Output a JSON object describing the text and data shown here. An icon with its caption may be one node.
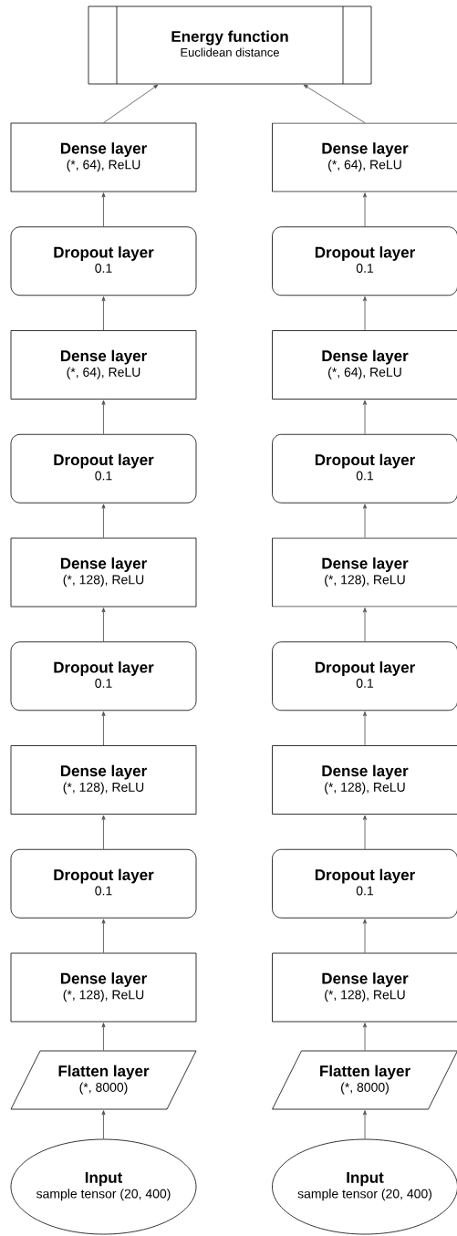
{
  "diagram": {
    "nodes": [
      {
        "text": [
          "Energy function",
          "Euclidean distance"
        ]
      },
      {
        "text": [
          "Dense layer",
          "(*, 64), ReLU"
        ]
      },
      {
        "text": [
          "Dropout layer",
          "0.1"
        ]
      },
      {
        "text": [
          "Dense layer",
          "(*, 64), ReLU"
        ]
      },
      {
        "text": [
          "Dropout layer",
          "0.1"
        ]
      },
      {
        "text": [
          "Dense layer",
          "(*, 128), ReLU"
        ]
      },
      {
        "text": [
          "Dropout layer",
          "0.1"
        ]
      },
      {
        "text": [
          "Dense layer",
          "(*, 128), ReLU"
        ]
      },
      {
        "text": [
          "Dropout layer",
          "0.1"
        ]
      },
      {
        "text": [
          "Dense layer",
          "(*, 128), ReLU"
        ]
      },
      {
        "text": [
          "Flatten layer",
          "(*, 8000)"
        ]
      },
      {
        "text": [
          "Input",
          "sample tensor (20, 400)"
        ]
      },
      {
        "text": [
          "Dense layer",
          "(*, 64), ReLU"
        ]
      },
      {
        "text": [
          "Dropout layer",
          "0.1"
        ]
      },
      {
        "text": [
          "Dense layer",
          "(*, 64), ReLU"
        ]
      },
      {
        "text": [
          "Dropout layer",
          "0.1"
        ]
      },
      {
        "text": [
          "Dense layer",
          "(*, 128), ReLU"
        ]
      },
      {
        "text": [
          "Dropout layer",
          "0.1"
        ]
      },
      {
        "text": [
          "Dense layer",
          "(*, 128), ReLU"
        ]
      },
      {
        "text": [
          "Dropout layer",
          "0.1"
        ]
      },
      {
        "text": [
          "Dense layer",
          "(*, 128), ReLU"
        ]
      },
      {
        "text": [
          "Flatten layer",
          "(*, 8000)"
        ]
      },
      {
        "text": [
          "Input",
          "sample tensor (20, 400)"
        ]
      }
    ],
    "edges": [
      {
        "from": 11,
        "to": 10,
        "arrow": "to"
      },
      {
        "from": 10,
        "to": 9,
        "arrow": "to"
      },
      {
        "from": 9,
        "to": 8,
        "arrow": "to"
      },
      {
        "from": 8,
        "to": 7,
        "arrow": "to"
      },
      {
        "from": 7,
        "to": 6,
        "arrow": "to"
      },
      {
        "from": 6,
        "to": 5,
        "arrow": "to"
      },
      {
        "from": 5,
        "to": 4,
        "arrow": "to"
      },
      {
        "from": 4,
        "to": 3,
        "arrow": "to"
      },
      {
        "from": 3,
        "to": 2,
        "arrow": "to"
      },
      {
        "from": 2,
        "to": 1,
        "arrow": "to"
      },
      {
        "from": 1,
        "to": 0,
        "arrow": "to"
      },
      {
        "from": 22,
        "to": 21,
        "arrow": "to"
      },
      {
        "from": 21,
        "to": 20,
        "arrow": "to"
      },
      {
        "from": 20,
        "to": 19,
        "arrow": "to"
      },
      {
        "from": 19,
        "to": 18,
        "arrow": "to"
      },
      {
        "from": 18,
        "to": 17,
        "arrow": "to"
      },
      {
        "from": 17,
        "to": 16,
        "arrow": "to"
      },
      {
        "from": 16,
        "to": 15,
        "arrow": "to"
      },
      {
        "from": 15,
        "to": 14,
        "arrow": "to"
      },
      {
        "from": 14,
        "to": 13,
        "arrow": "to"
      },
      {
        "from": 13,
        "to": 12,
        "arrow": "to"
      },
      {
        "from": 12,
        "to": 0,
        "arrow": "to"
      }
    ]
  }
}
